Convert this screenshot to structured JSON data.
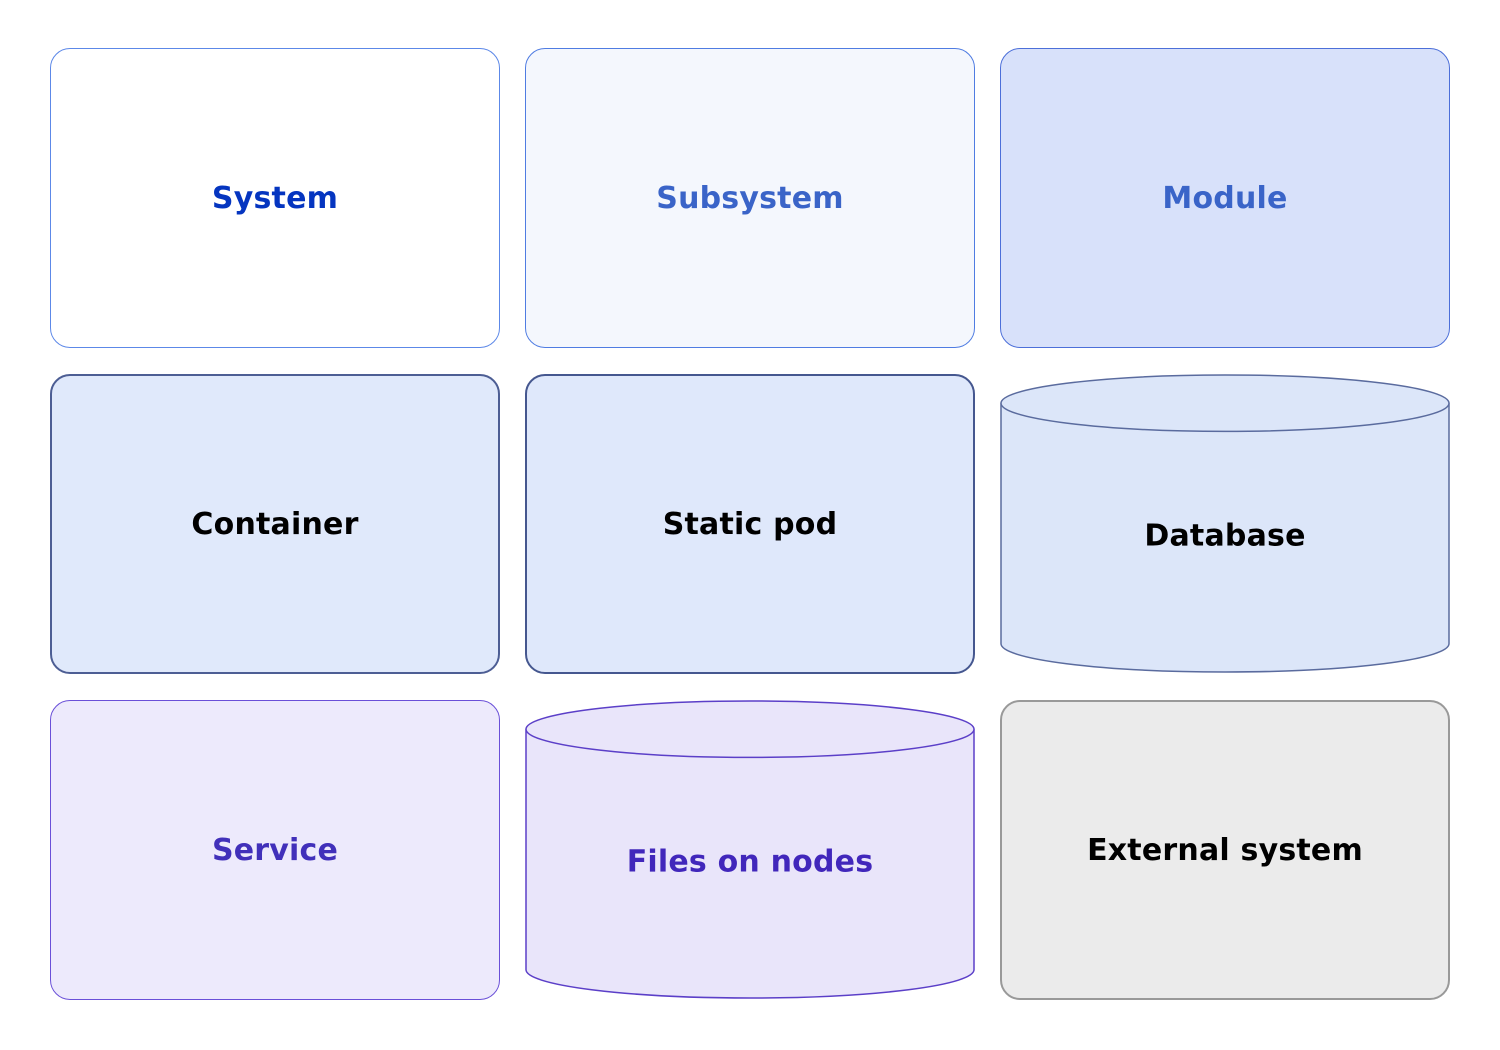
{
  "legend": {
    "items": [
      {
        "id": "system",
        "label": "System",
        "shape": "rect",
        "fill": "#ffffff",
        "border": "#5c88e8",
        "border_width": 1.5,
        "text_color": "#0535c0"
      },
      {
        "id": "subsystem",
        "label": "Subsystem",
        "shape": "rect",
        "fill": "#f4f7fd",
        "border": "#4f7ce2",
        "border_width": 1.5,
        "text_color": "#3a64c8"
      },
      {
        "id": "module",
        "label": "Module",
        "shape": "rect",
        "fill": "#d8e1fa",
        "border": "#4c6fd9",
        "border_width": 1.5,
        "text_color": "#3a64c8"
      },
      {
        "id": "container",
        "label": "Container",
        "shape": "rect",
        "fill": "#e0e9fb",
        "border": "#4d5e94",
        "border_width": 2,
        "text_color": "#000000"
      },
      {
        "id": "static-pod",
        "label": "Static pod",
        "shape": "rect",
        "fill": "#dfe8fb",
        "border": "#45578f",
        "border_width": 2,
        "text_color": "#000000"
      },
      {
        "id": "database",
        "label": "Database",
        "shape": "cylinder",
        "fill": "#dce6f9",
        "border": "#5a6b9e",
        "border_width": 1.5,
        "text_color": "#000000"
      },
      {
        "id": "service",
        "label": "Service",
        "shape": "rect",
        "fill": "#edeafc",
        "border": "#6a50d8",
        "border_width": 1.5,
        "text_color": "#4130ba"
      },
      {
        "id": "files-on-nodes",
        "label": "Files on nodes",
        "shape": "cylinder",
        "fill": "#e9e5fa",
        "border": "#5b3fc8",
        "border_width": 1.5,
        "text_color": "#4127bb"
      },
      {
        "id": "external-system",
        "label": "External system",
        "shape": "rect",
        "fill": "#ebebeb",
        "border": "#999999",
        "border_width": 2,
        "text_color": "#000000"
      }
    ]
  }
}
